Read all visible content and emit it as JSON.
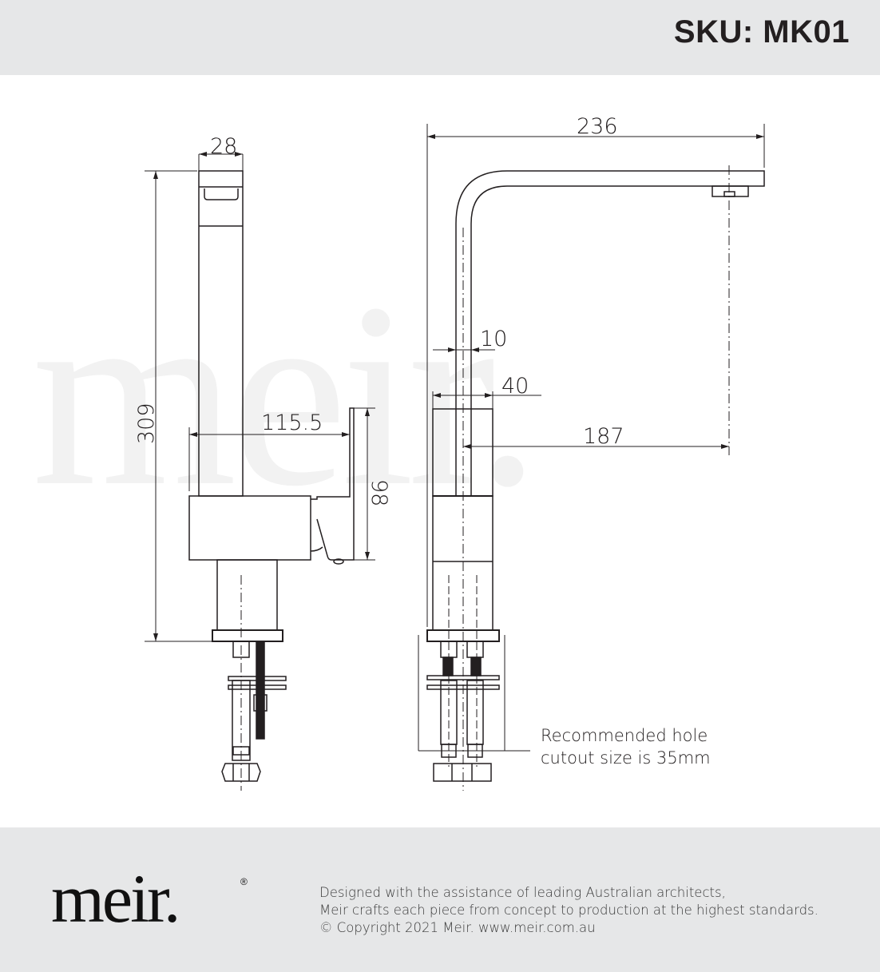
{
  "header": {
    "sku_label": "SKU: MK01"
  },
  "drawing": {
    "watermark": "meir.",
    "side_view": {
      "dimensions": {
        "top_width": "28",
        "overall_height": "309",
        "handle_reach": "115.5",
        "handle_height": "98"
      }
    },
    "front_view": {
      "dimensions": {
        "overall_width": "236",
        "spout_width": "10",
        "body_width": "40",
        "spout_reach": "187"
      }
    },
    "note": {
      "line1": "Recommended hole",
      "line2": "cutout size is 35mm"
    }
  },
  "footer": {
    "logo": "meir.",
    "logo_mark": "®",
    "lines": [
      "Designed with the assistance of leading Australian architects,",
      "Meir crafts each piece from concept to production at the highest standards.",
      "© Copyright 2021 Meir. www.meir.com.au"
    ]
  },
  "colors": {
    "header_bg": "#e6e7e8",
    "ink": "#231f20",
    "watermark": "#f2f2f2"
  }
}
